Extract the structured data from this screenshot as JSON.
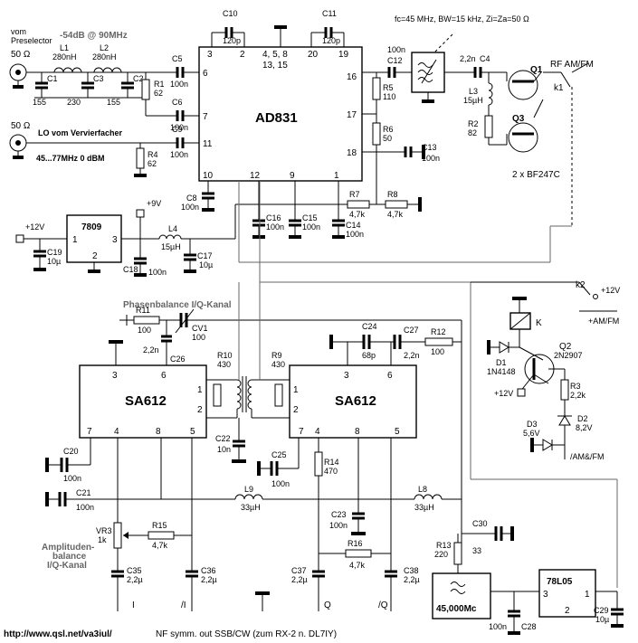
{
  "input": {
    "label_line1": "vom",
    "label_line2": "Preselector",
    "level": "-54dB @ 90MHz",
    "impedance": "50 Ω"
  },
  "lo": {
    "impedance": "50 Ω",
    "label": "LO vom Vervierfacher",
    "level": "45...77MHz 0 dBM"
  },
  "mixer": {
    "name": "AD831",
    "pins_top": [
      "3",
      "2",
      "4, 5, 8",
      "13, 15",
      "20",
      "19"
    ],
    "pins_left": [
      "6",
      "7",
      "11"
    ],
    "pins_right": [
      "16",
      "17",
      "18"
    ],
    "pins_bottom": [
      "10",
      "12",
      "9",
      "1"
    ]
  },
  "filter": {
    "spec": "fc=45 MHz, BW=15 kHz, Zi=Za=50 Ω",
    "crystal_label": "45,000Mc"
  },
  "regulators": {
    "reg1": {
      "name": "7809",
      "pins": [
        "1",
        "3",
        "2"
      ],
      "out_label": "+9V",
      "in_label": "+12V"
    },
    "reg2": {
      "name": "78L05",
      "pins": [
        "3",
        "1",
        "2"
      ]
    }
  },
  "demod": {
    "chip_name": "SA612",
    "pins_top": [
      "3",
      "6"
    ],
    "pins_side": [
      "1",
      "2"
    ],
    "pins_bottom": [
      "7",
      "4",
      "8",
      "5"
    ],
    "phase_label": "Phasenbalance I/Q-Kanal",
    "amp_label_line1": "Amplituden-",
    "amp_label_line2": "balance",
    "amp_label_line3": "I/Q-Kanal"
  },
  "components": [
    {
      "ref": "C10",
      "value": "120p"
    },
    {
      "ref": "C11",
      "value": "120p"
    },
    {
      "ref": "L1",
      "value": "280nH"
    },
    {
      "ref": "L2",
      "value": "280nH"
    },
    {
      "ref": "C1",
      "value": "155"
    },
    {
      "ref": "C3",
      "value": "230"
    },
    {
      "ref": "C2",
      "value": "155"
    },
    {
      "ref": "R1",
      "value": "62"
    },
    {
      "ref": "C5",
      "value": "100n"
    },
    {
      "ref": "C6",
      "value": "100n"
    },
    {
      "ref": "C9",
      "value": "100n"
    },
    {
      "ref": "R4",
      "value": "62"
    },
    {
      "ref": "C12",
      "value": "100n"
    },
    {
      "ref": "R5",
      "value": "110"
    },
    {
      "ref": "R6",
      "value": "50"
    },
    {
      "ref": "C13",
      "value": "100n"
    },
    {
      "ref": "C4",
      "value": "2,2n"
    },
    {
      "ref": "L3",
      "value": "15µH"
    },
    {
      "ref": "R2",
      "value": "82"
    },
    {
      "ref": "C8",
      "value": "100n"
    },
    {
      "ref": "C16",
      "value": "100n"
    },
    {
      "ref": "C15",
      "value": "100n"
    },
    {
      "ref": "C14",
      "value": "100n"
    },
    {
      "ref": "R7",
      "value": "4,7k"
    },
    {
      "ref": "R8",
      "value": "4,7k"
    },
    {
      "ref": "C19",
      "value": "10µ"
    },
    {
      "ref": "L4",
      "value": "15µH"
    },
    {
      "ref": "C18",
      "value": "100n"
    },
    {
      "ref": "C17",
      "value": "10µ"
    },
    {
      "ref": "R11",
      "value": "100"
    },
    {
      "ref": "CV1",
      "value": "100"
    },
    {
      "ref": "C26",
      "value": "2,2n"
    },
    {
      "ref": "R10",
      "value": "430"
    },
    {
      "ref": "R9",
      "value": "430"
    },
    {
      "ref": "C24",
      "value": "68p"
    },
    {
      "ref": "C27",
      "value": "2,2n"
    },
    {
      "ref": "R12",
      "value": "100"
    },
    {
      "ref": "C20",
      "value": "100n"
    },
    {
      "ref": "C22",
      "value": "10n"
    },
    {
      "ref": "C25",
      "value": "100n"
    },
    {
      "ref": "R14",
      "value": "470"
    },
    {
      "ref": "C21",
      "value": "100n"
    },
    {
      "ref": "L9",
      "value": "33µH"
    },
    {
      "ref": "L8",
      "value": "33µH"
    },
    {
      "ref": "C23",
      "value": "100n"
    },
    {
      "ref": "C30",
      "value": "33"
    },
    {
      "ref": "VR3",
      "value": "1k"
    },
    {
      "ref": "R15",
      "value": "4,7k"
    },
    {
      "ref": "R16",
      "value": "4,7k"
    },
    {
      "ref": "R13",
      "value": "220"
    },
    {
      "ref": "C35",
      "value": "2,2µ"
    },
    {
      "ref": "C36",
      "value": "2,2µ"
    },
    {
      "ref": "C37",
      "value": "2,2µ"
    },
    {
      "ref": "C38",
      "value": "2,2µ"
    },
    {
      "ref": "C28",
      "value": "100n"
    },
    {
      "ref": "C29",
      "value": "10µ"
    },
    {
      "ref": "R3",
      "value": "2,2k"
    },
    {
      "ref": "D1",
      "value": "1N4148"
    },
    {
      "ref": "Q2",
      "value": "2N2907"
    },
    {
      "ref": "D2",
      "value": "8,2V"
    },
    {
      "ref": "D3",
      "value": "5,6V"
    }
  ],
  "transistors": {
    "q1": "Q1",
    "q3": "Q3",
    "pair_label": "2 x BF247C"
  },
  "relays": {
    "k1": "k1",
    "k2": "k2",
    "k": "K",
    "rf_out": "RF AM/FM",
    "plus12": "+12V",
    "am_fm": "+AM/FM",
    "am_fm_slash": "/AM&/FM"
  },
  "outputs": [
    "I",
    "/I",
    "Q",
    "/Q"
  ],
  "footer": {
    "url": "http://www.qsl.net/va3iul/",
    "note": "NF symm. out SSB/CW (zum RX-2 n. DL7IY)"
  }
}
